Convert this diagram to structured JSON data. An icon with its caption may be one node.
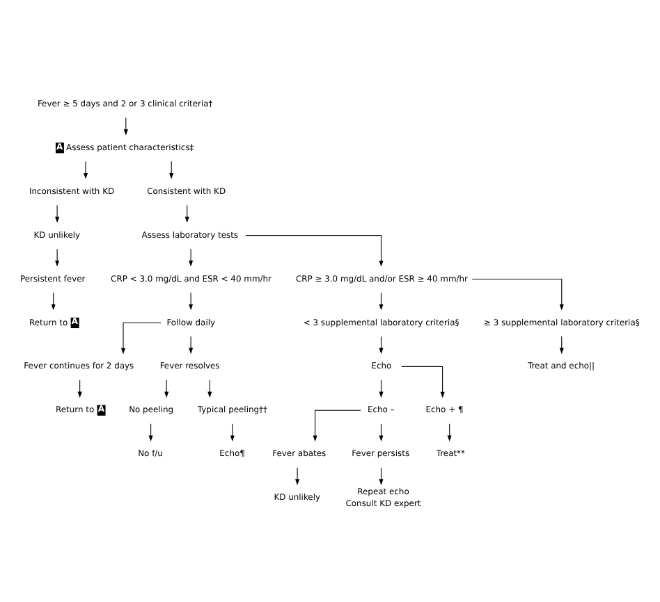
{
  "diagram": {
    "nodes": [
      {
        "text": [
          "Fever ≥ 5 days and 2 or 3 clinical criteria†"
        ]
      },
      {
        "text": [
          "A",
          "Assess patient characteristics‡"
        ]
      },
      {
        "text": [
          "Inconsistent with KD"
        ]
      },
      {
        "text": [
          "Consistent with KD"
        ]
      },
      {
        "text": [
          "KD unlikely"
        ]
      },
      {
        "text": [
          "Assess laboratory tests"
        ]
      },
      {
        "text": [
          "Persistent fever"
        ]
      },
      {
        "text": [
          "Return to",
          "A"
        ]
      },
      {
        "text": [
          "CRP < 3.0 mg/dL and ESR < 40 mm/hr"
        ]
      },
      {
        "text": [
          "CRP ≥ 3.0 mg/dL and/or ESR ≥ 40 mm/hr"
        ]
      },
      {
        "text": [
          "Follow daily"
        ]
      },
      {
        "text": [
          "< 3 supplemental laboratory criteria§"
        ]
      },
      {
        "text": [
          "≥ 3 supplemental laboratory criteria§"
        ]
      },
      {
        "text": [
          "Fever continues for 2 days"
        ]
      },
      {
        "text": [
          "Fever resolves"
        ]
      },
      {
        "text": [
          "Echo"
        ]
      },
      {
        "text": [
          "Treat and echo||"
        ]
      },
      {
        "text": [
          "Return to",
          "A"
        ]
      },
      {
        "text": [
          "No peeling"
        ]
      },
      {
        "text": [
          "Typical peeling††"
        ]
      },
      {
        "text": [
          "Echo –"
        ]
      },
      {
        "text": [
          "Echo + ¶"
        ]
      },
      {
        "text": [
          "No f/u"
        ]
      },
      {
        "text": [
          "Echo¶"
        ]
      },
      {
        "text": [
          "Treat**"
        ]
      },
      {
        "text": [
          "Fever abates"
        ]
      },
      {
        "text": [
          "Fever persists"
        ]
      },
      {
        "text": [
          "KD unlikely"
        ]
      },
      {
        "text": [
          "Repeat echo",
          "Consult KD expert"
        ]
      }
    ],
    "edges": [
      {
        "from": 0,
        "to": 1,
        "arrow": "to"
      },
      {
        "from": 1,
        "to": 2,
        "arrow": "to"
      },
      {
        "from": 1,
        "to": 3,
        "arrow": "to"
      },
      {
        "from": 2,
        "to": 4,
        "arrow": "to"
      },
      {
        "from": 3,
        "to": 5,
        "arrow": "to"
      },
      {
        "from": 4,
        "to": 6,
        "arrow": "to"
      },
      {
        "from": 6,
        "to": 7,
        "arrow": "to"
      },
      {
        "from": 5,
        "to": 8,
        "arrow": "to"
      },
      {
        "from": 5,
        "to": 9,
        "arrow": "to"
      },
      {
        "from": 8,
        "to": 10,
        "arrow": "to"
      },
      {
        "from": 9,
        "to": 11,
        "arrow": "to"
      },
      {
        "from": 9,
        "to": 12,
        "arrow": "to"
      },
      {
        "from": 10,
        "to": 13,
        "arrow": "to"
      },
      {
        "from": 10,
        "to": 14,
        "arrow": "to"
      },
      {
        "from": 11,
        "to": 15,
        "arrow": "to"
      },
      {
        "from": 12,
        "to": 16,
        "arrow": "to"
      },
      {
        "from": 13,
        "to": 17,
        "arrow": "to"
      },
      {
        "from": 14,
        "to": 18,
        "arrow": "to"
      },
      {
        "from": 14,
        "to": 19,
        "arrow": "to"
      },
      {
        "from": 15,
        "to": 20,
        "arrow": "to"
      },
      {
        "from": 15,
        "to": 21,
        "arrow": "to"
      },
      {
        "from": 18,
        "to": 22,
        "arrow": "to"
      },
      {
        "from": 19,
        "to": 23,
        "arrow": "to"
      },
      {
        "from": 21,
        "to": 24,
        "arrow": "to"
      },
      {
        "from": 20,
        "to": 25,
        "arrow": "to"
      },
      {
        "from": 20,
        "to": 26,
        "arrow": "to"
      },
      {
        "from": 25,
        "to": 27,
        "arrow": "to"
      },
      {
        "from": 26,
        "to": 28,
        "arrow": "to"
      }
    ]
  }
}
